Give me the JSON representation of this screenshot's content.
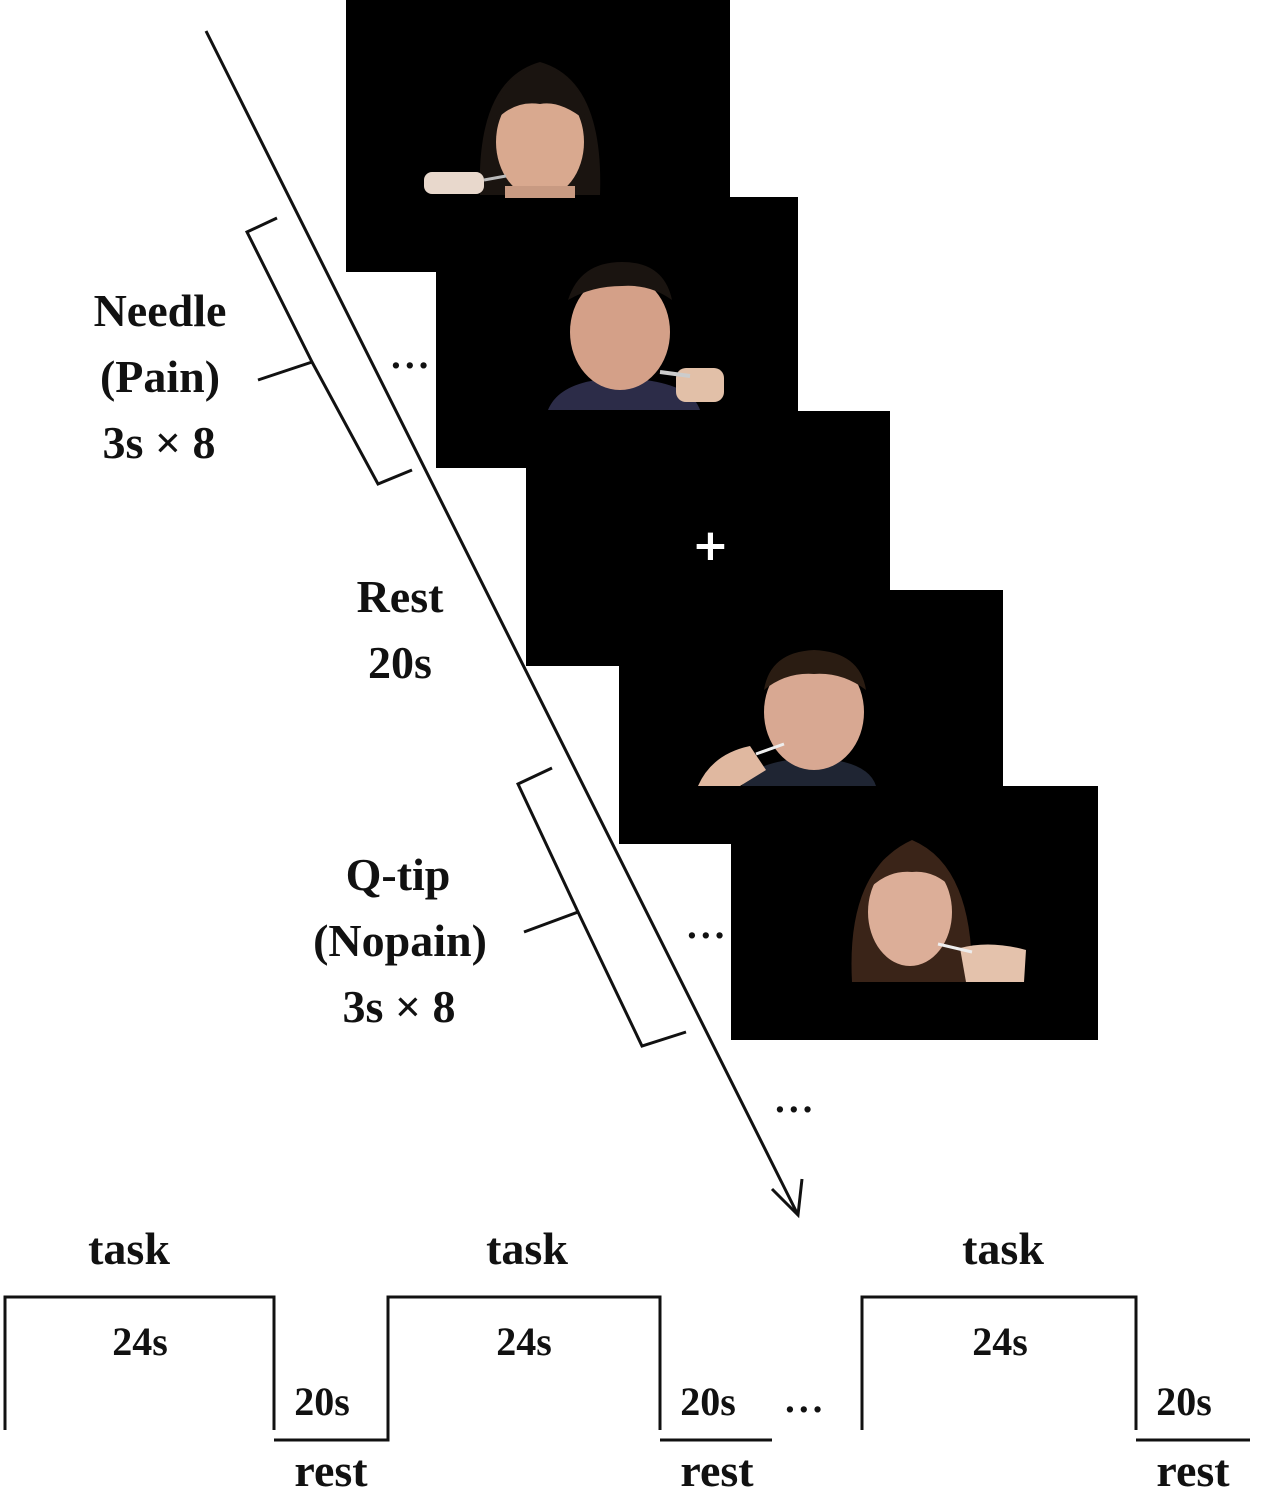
{
  "stimulus_labels": {
    "needle_title": "Needle",
    "needle_condition": "(Pain)",
    "needle_timing": "3s × 8",
    "rest_title": "Rest",
    "rest_timing": "20s",
    "qtip_title": "Q-tip",
    "qtip_condition": "(Nopain)",
    "qtip_timing": "3s × 8"
  },
  "fixation_symbol": "+",
  "ellipsis": "...",
  "blocks": [
    {
      "task_label": "task",
      "task_duration": "24s",
      "rest_duration": "20s",
      "rest_label": "rest"
    },
    {
      "task_label": "task",
      "task_duration": "24s",
      "rest_duration": "20s",
      "rest_label": "rest"
    },
    {
      "task_label": "task",
      "task_duration": "24s",
      "rest_duration": "20s",
      "rest_label": "rest"
    }
  ],
  "colors": {
    "frame": "#000000",
    "line": "#111111",
    "skin": "#d9a98f",
    "hair": "#1a1410"
  }
}
